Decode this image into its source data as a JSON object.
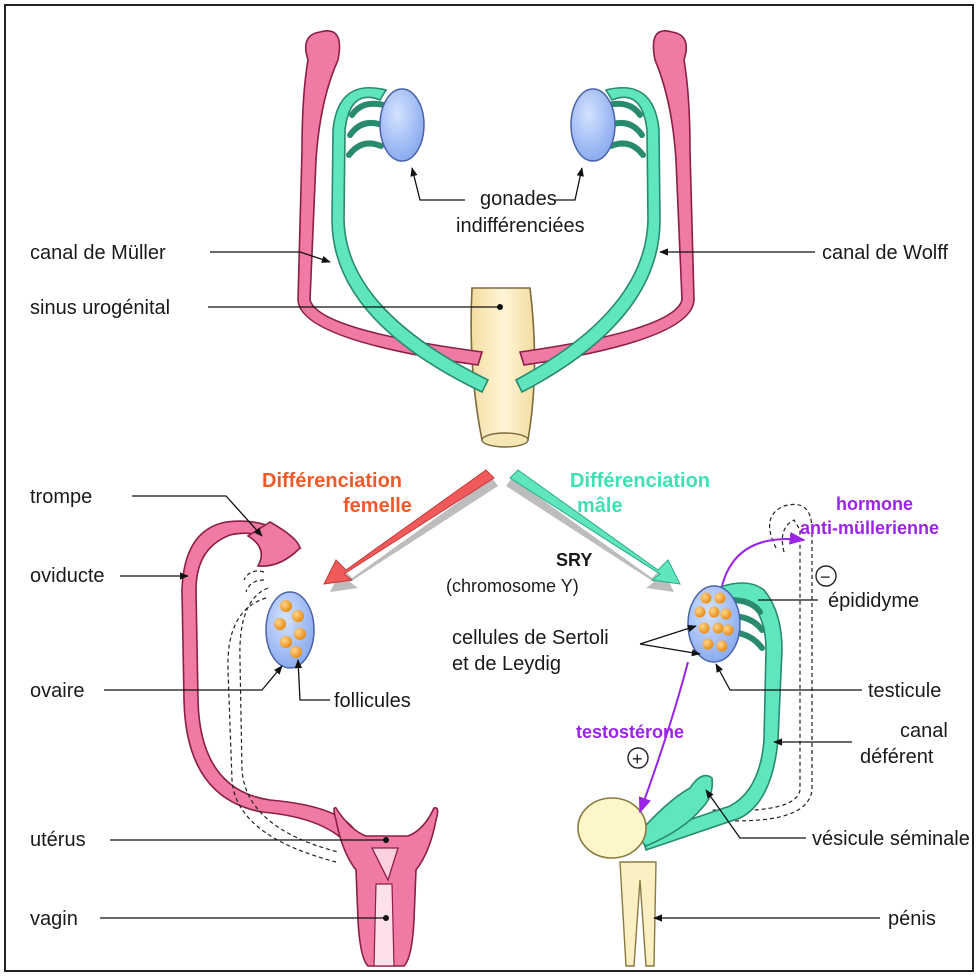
{
  "colors": {
    "muller": "#f07aa4",
    "wolff": "#5fe6be",
    "gonad": "#a8c4f8",
    "follicle": "#f59a20",
    "sinus": "#fbefc4",
    "female_arrow": "#f05a5a",
    "male_arrow": "#5fe6be",
    "hormone": "#9a24e8"
  },
  "top": {
    "gonads_label_1": "gonades",
    "gonads_label_2": "indifférenciées",
    "muller_label": "canal de Müller",
    "wolff_label": "canal de Wolff",
    "sinus_label": "sinus urogénital"
  },
  "female": {
    "title_1": "Différenciation",
    "title_2": "femelle",
    "trompe": "trompe",
    "oviducte": "oviducte",
    "ovaire": "ovaire",
    "follicules": "follicules",
    "uterus": "utérus",
    "vagin": "vagin"
  },
  "male": {
    "title_1": "Différenciation",
    "title_2": "mâle",
    "sry": "SRY",
    "chromosome": "(chromosome Y)",
    "amh_1": "hormone",
    "amh_2": "anti-müllerienne",
    "minus": "−",
    "plus": "+",
    "testosterone": "testostérone",
    "epididyme": "épididyme",
    "sertoli_1": "cellules de Sertoli",
    "sertoli_2": "et de Leydig",
    "testicule": "testicule",
    "canal_1": "canal",
    "canal_2": "déférent",
    "vesicule": "vésicule séminale",
    "penis": "pénis"
  }
}
